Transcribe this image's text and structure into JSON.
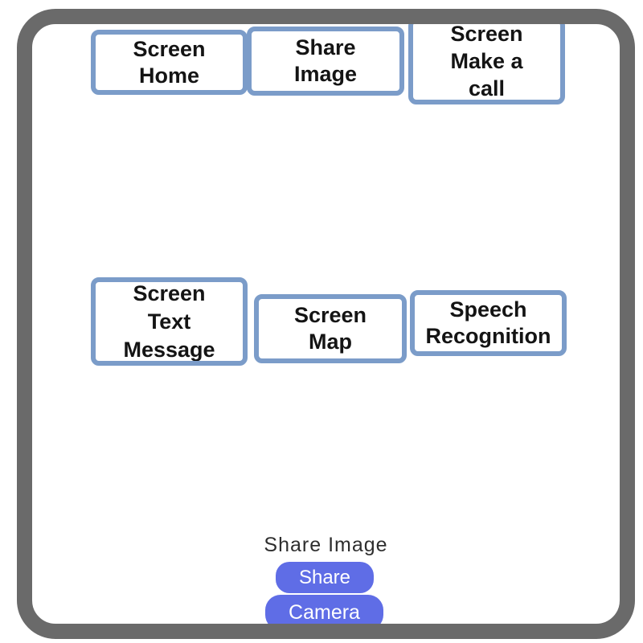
{
  "colors": {
    "frame_gray": "#6a6a6a",
    "screen_button_border": "#7b9cc9",
    "screen_button_bg": "#ffffff",
    "screen_button_text": "#141414",
    "pill_button_bg": "#5f6de6",
    "pill_button_text": "#ffffff",
    "title_text": "#2e2e2e"
  },
  "screen_buttons": [
    {
      "id": "screen-home",
      "label": "Screen\nHome"
    },
    {
      "id": "share-image",
      "label": "Share\nImage"
    },
    {
      "id": "screen-make-a-call",
      "label": "Screen\nMake a\ncall"
    },
    {
      "id": "screen-text-message",
      "label": "Screen\nText\nMessage"
    },
    {
      "id": "screen-map",
      "label": "Screen\nMap"
    },
    {
      "id": "speech-recognition",
      "label": "Speech\nRecognition"
    }
  ],
  "footer": {
    "title_label": "Share Image",
    "share_button_label": "Share",
    "camera_button_label": "Camera"
  }
}
